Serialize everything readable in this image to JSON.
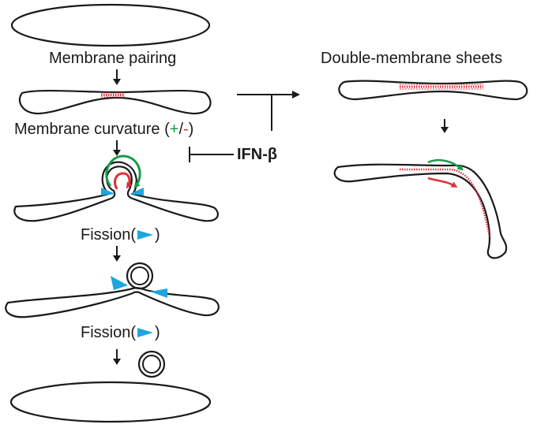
{
  "labels": {
    "membrane_pairing": "Membrane pairing",
    "membrane_curvature": "Membrane curvature (",
    "plus": "+",
    "slash": "/",
    "minus": "-",
    "close_paren": ")",
    "fission_1": "Fission(",
    "fission_1_close": ")",
    "fission_2": "Fission(",
    "fission_2_close": ")",
    "double_membrane_sheets": "Double-membrane sheets",
    "ifn_beta": "IFN-β"
  },
  "colors": {
    "outline": "#1a1a1a",
    "pairing_red": "#e0313a",
    "plus_green": "#1a9a4a",
    "minus_red": "#e0313a",
    "fission_blue": "#1fa6e0"
  }
}
